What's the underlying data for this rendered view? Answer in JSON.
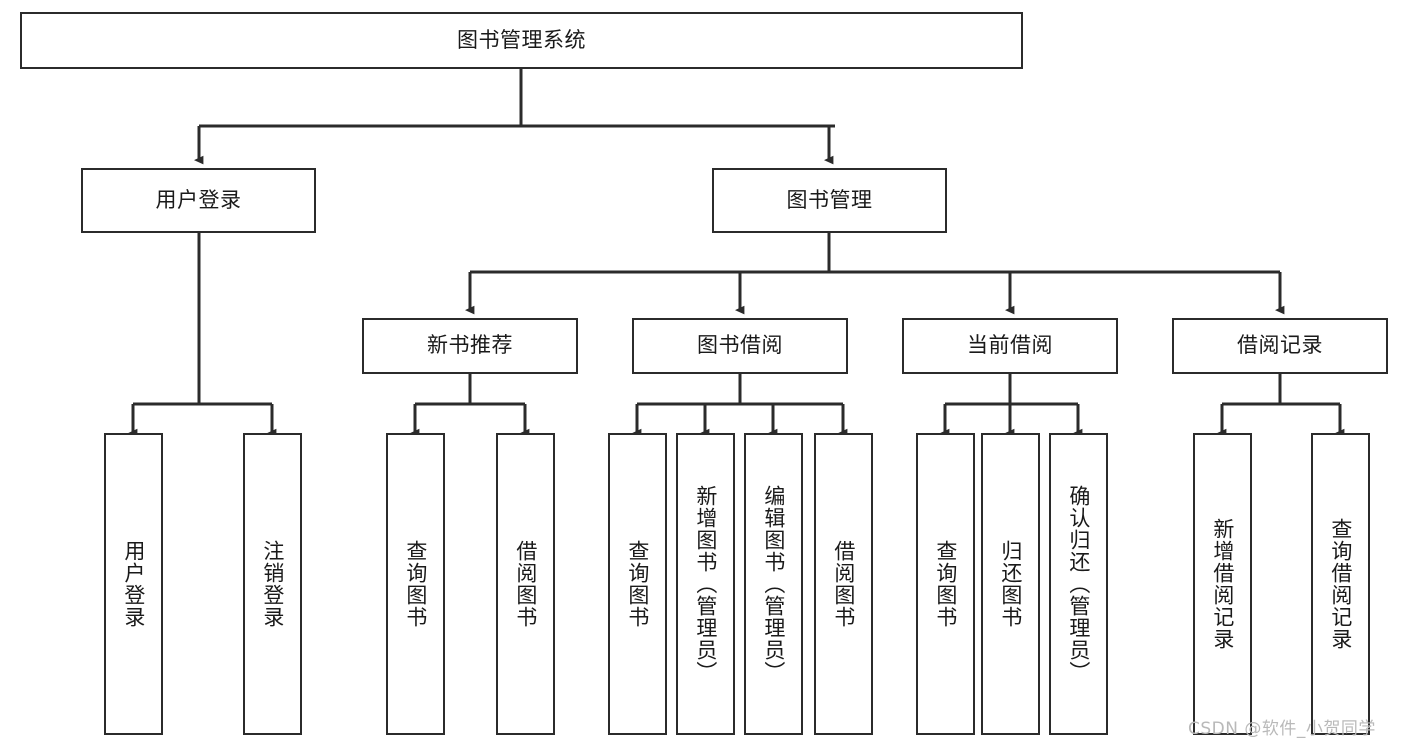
{
  "diagram": {
    "title": "图书管理系统",
    "type": "tree-hierarchy-chart",
    "watermark": "CSDN @软件_小贺同学",
    "colors": {
      "stroke": "#2b2b2b",
      "box_fill": "#ffffff",
      "text": "#1a1a1a",
      "watermark": "#b9b9b9",
      "background": "#ffffff"
    },
    "nodes": {
      "root": {
        "label": "图书管理系统"
      },
      "level2": [
        {
          "label": "用户登录"
        },
        {
          "label": "图书管理"
        }
      ],
      "level3": [
        {
          "label": "新书推荐"
        },
        {
          "label": "图书借阅"
        },
        {
          "label": "当前借阅"
        },
        {
          "label": "借阅记录"
        }
      ],
      "leaves": {
        "user_login": [
          {
            "label": "用户登录"
          },
          {
            "label": "注销登录"
          }
        ],
        "new_book_recommend": [
          {
            "label": "查询图书"
          },
          {
            "label": "借阅图书"
          }
        ],
        "book_borrow": [
          {
            "label": "查询图书"
          },
          {
            "label": "新增图书（管理员）"
          },
          {
            "label": "编辑图书（管理员）"
          },
          {
            "label": "借阅图书"
          }
        ],
        "current_borrow": [
          {
            "label": "查询图书"
          },
          {
            "label": "归还图书"
          },
          {
            "label": "确认归还（管理员）"
          }
        ],
        "borrow_record": [
          {
            "label": "新增借阅记录"
          },
          {
            "label": "查询借阅记录"
          }
        ]
      }
    }
  }
}
